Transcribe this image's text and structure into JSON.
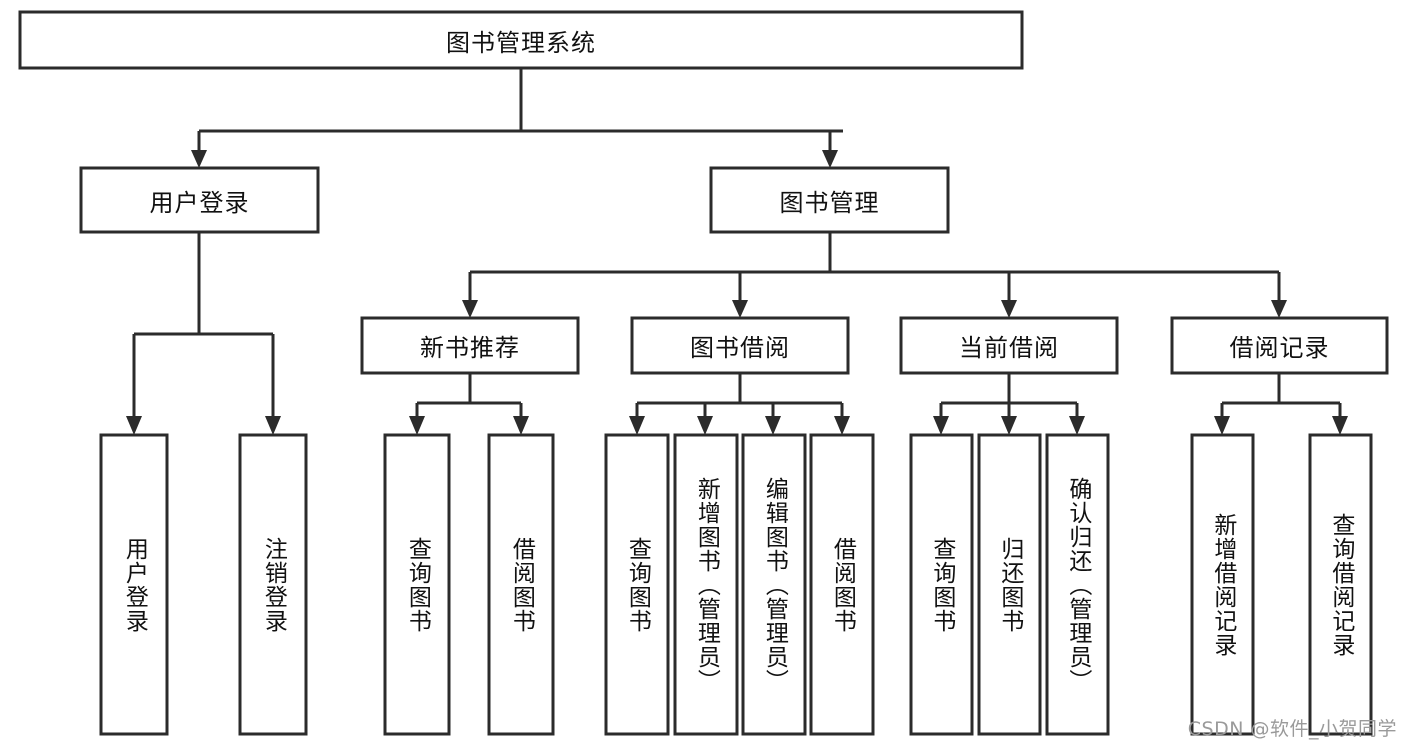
{
  "diagram": {
    "type": "tree-hierarchy",
    "title": "图书管理系统",
    "watermark": "CSDN @软件_小贺同学",
    "colors": {
      "box_stroke": "#2b2b2b",
      "box_fill": "#ffffff",
      "connector": "#2b2b2b",
      "text": "#111111",
      "watermark": "#9a9a9a",
      "background": "#ffffff"
    },
    "levels": {
      "root": {
        "label": "图书管理系统"
      },
      "level1": [
        {
          "label": "用户登录"
        },
        {
          "label": "图书管理"
        }
      ],
      "level2": [
        {
          "label": "新书推荐"
        },
        {
          "label": "图书借阅"
        },
        {
          "label": "当前借阅"
        },
        {
          "label": "借阅记录"
        }
      ],
      "leaves": {
        "user_login": [
          {
            "label": "用户登录"
          },
          {
            "label": "注销登录"
          }
        ],
        "new_book_recommend": [
          {
            "label": "查询图书"
          },
          {
            "label": "借阅图书"
          }
        ],
        "book_borrow": [
          {
            "label": "查询图书"
          },
          {
            "label": "新增图书（管理员）"
          },
          {
            "label": "编辑图书（管理员）"
          },
          {
            "label": "借阅图书"
          }
        ],
        "current_borrow": [
          {
            "label": "查询图书"
          },
          {
            "label": "归还图书"
          },
          {
            "label": "确认归还（管理员）"
          }
        ],
        "borrow_records": [
          {
            "label": "新增借阅记录"
          },
          {
            "label": "查询借阅记录"
          }
        ]
      }
    }
  }
}
